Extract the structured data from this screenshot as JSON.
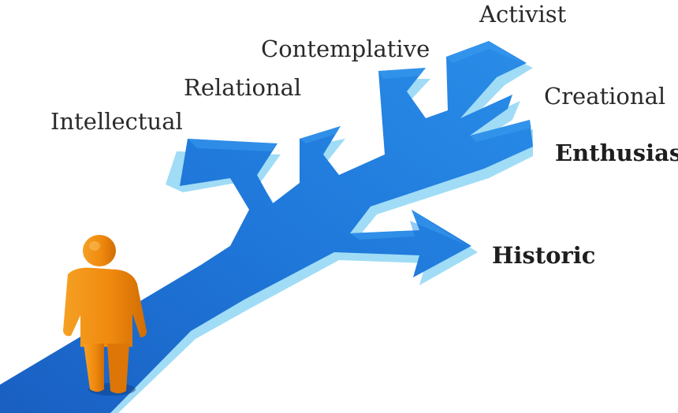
{
  "labels": {
    "activist": "Activist",
    "contemplative": "Contemplative",
    "relational": "Relational",
    "creational": "Creational",
    "intellectual": "Intellectual",
    "enthusiast": "Enthusiast",
    "historic": "Historic"
  },
  "colors": {
    "path_blue": "#1e73d6",
    "path_shadow": "#7fd0f2",
    "figure_orange": "#f08a0e",
    "label_text": "#2a2a2a"
  },
  "icons": {
    "person": "person-figure-icon"
  }
}
